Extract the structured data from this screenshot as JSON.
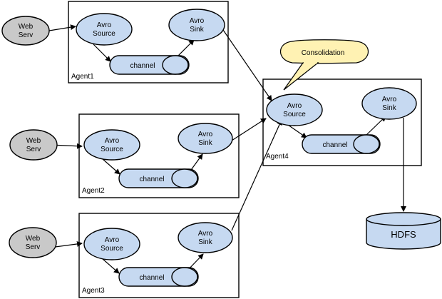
{
  "agents": {
    "agent1": {
      "label": "Agent1"
    },
    "agent2": {
      "label": "Agent2"
    },
    "agent3": {
      "label": "Agent3"
    },
    "agent4": {
      "label": "Agent4"
    }
  },
  "nodes": {
    "web1": [
      "Web",
      "Serv"
    ],
    "web2": [
      "Web",
      "Serv"
    ],
    "web3": [
      "Web",
      "Serv"
    ],
    "src1": [
      "Avro",
      "Source"
    ],
    "sink1": [
      "Avro",
      "Sink"
    ],
    "ch1": "channel",
    "src2": [
      "Avro",
      "Source"
    ],
    "sink2": [
      "Avro",
      "Sink"
    ],
    "ch2": "channel",
    "src3": [
      "Avro",
      "Source"
    ],
    "sink3": [
      "Avro",
      "Sink"
    ],
    "ch3": "channel",
    "src4": [
      "Avro",
      "Source"
    ],
    "sink4": [
      "Avro",
      "Sink"
    ],
    "ch4": "channel",
    "hdfs": "HDFS"
  },
  "callout": {
    "text": "Consolidation"
  },
  "colors": {
    "node_fill": "#c6d9f1",
    "web_fill": "#c9c9c9",
    "callout_fill": "#fff2b3"
  }
}
